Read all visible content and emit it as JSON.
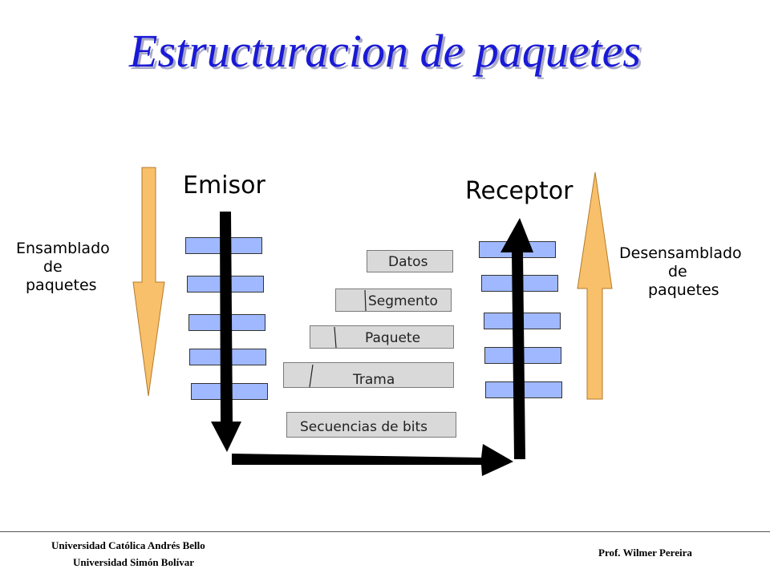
{
  "title": "Estructuracion de paquetes",
  "sender": {
    "label": "Emisor"
  },
  "receiver": {
    "label": "Receptor"
  },
  "left_side": {
    "line1": "Ensamblado",
    "line2": "de",
    "line3": "paquetes"
  },
  "right_side": {
    "line1": "Desensamblado",
    "line2": "de",
    "line3": "paquetes"
  },
  "layers": {
    "data": "Datos",
    "segment": "Segmento",
    "packet": "Paquete",
    "frame": "Trama",
    "bits": "Secuencias de bits"
  },
  "footer": {
    "university1": "Universidad Católica Andrés Bello",
    "university2": "Universidad Simón Bolívar",
    "professor": "Prof. Wilmer Pereira"
  },
  "colors": {
    "title": "#1a1ad6",
    "side_arrows": "#f8c06a",
    "stack_boxes": "#9fb8ff",
    "layer_boxes": "#d9d9d9",
    "flow_arrows": "#000000"
  }
}
